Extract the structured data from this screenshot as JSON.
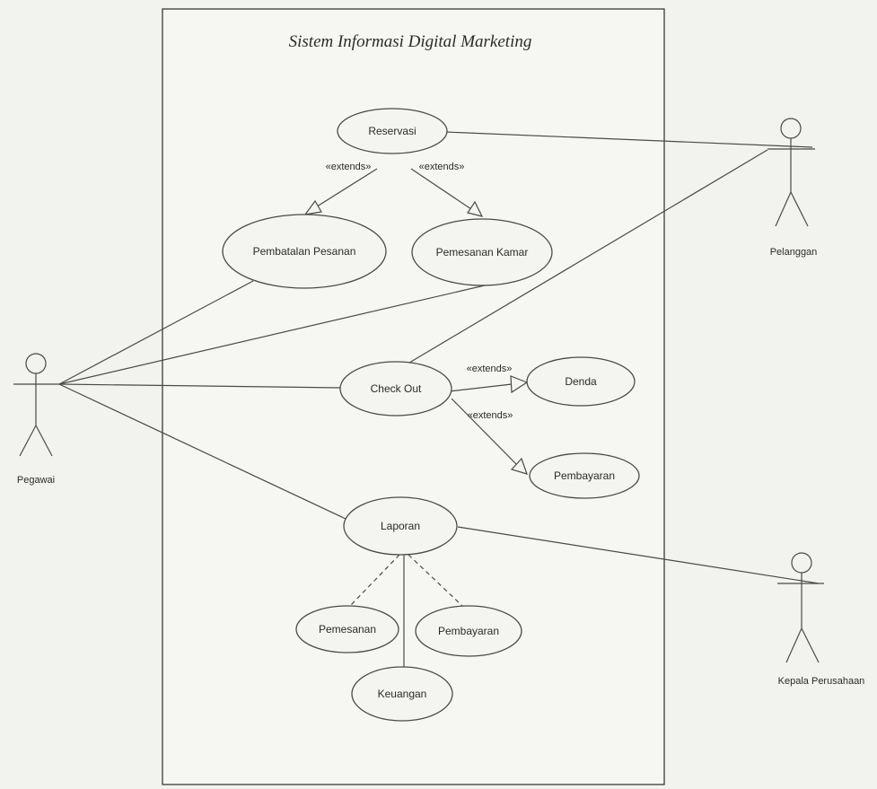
{
  "system": {
    "title": "Sistem Informasi Digital Marketing"
  },
  "actors": {
    "pegawai": "Pegawai",
    "pelanggan": "Pelanggan",
    "kepala": "Kepala Perusahaan"
  },
  "use_cases": {
    "reservasi": "Reservasi",
    "pembatalan": "Pembatalan Pesanan",
    "pemesanan_kamar": "Pemesanan Kamar",
    "check_out": "Check Out",
    "denda": "Denda",
    "pembayaran_checkout": "Pembayaran",
    "laporan": "Laporan",
    "lap_pemesanan": "Pemesanan",
    "lap_pembayaran": "Pembayaran",
    "lap_keuangan": "Keuangan"
  },
  "stereotypes": {
    "extends_pembatalan": "«extends»",
    "extends_pemesanan": "«extends»",
    "extends_denda": "«extends»",
    "extends_pembayaran": "«extends»"
  }
}
